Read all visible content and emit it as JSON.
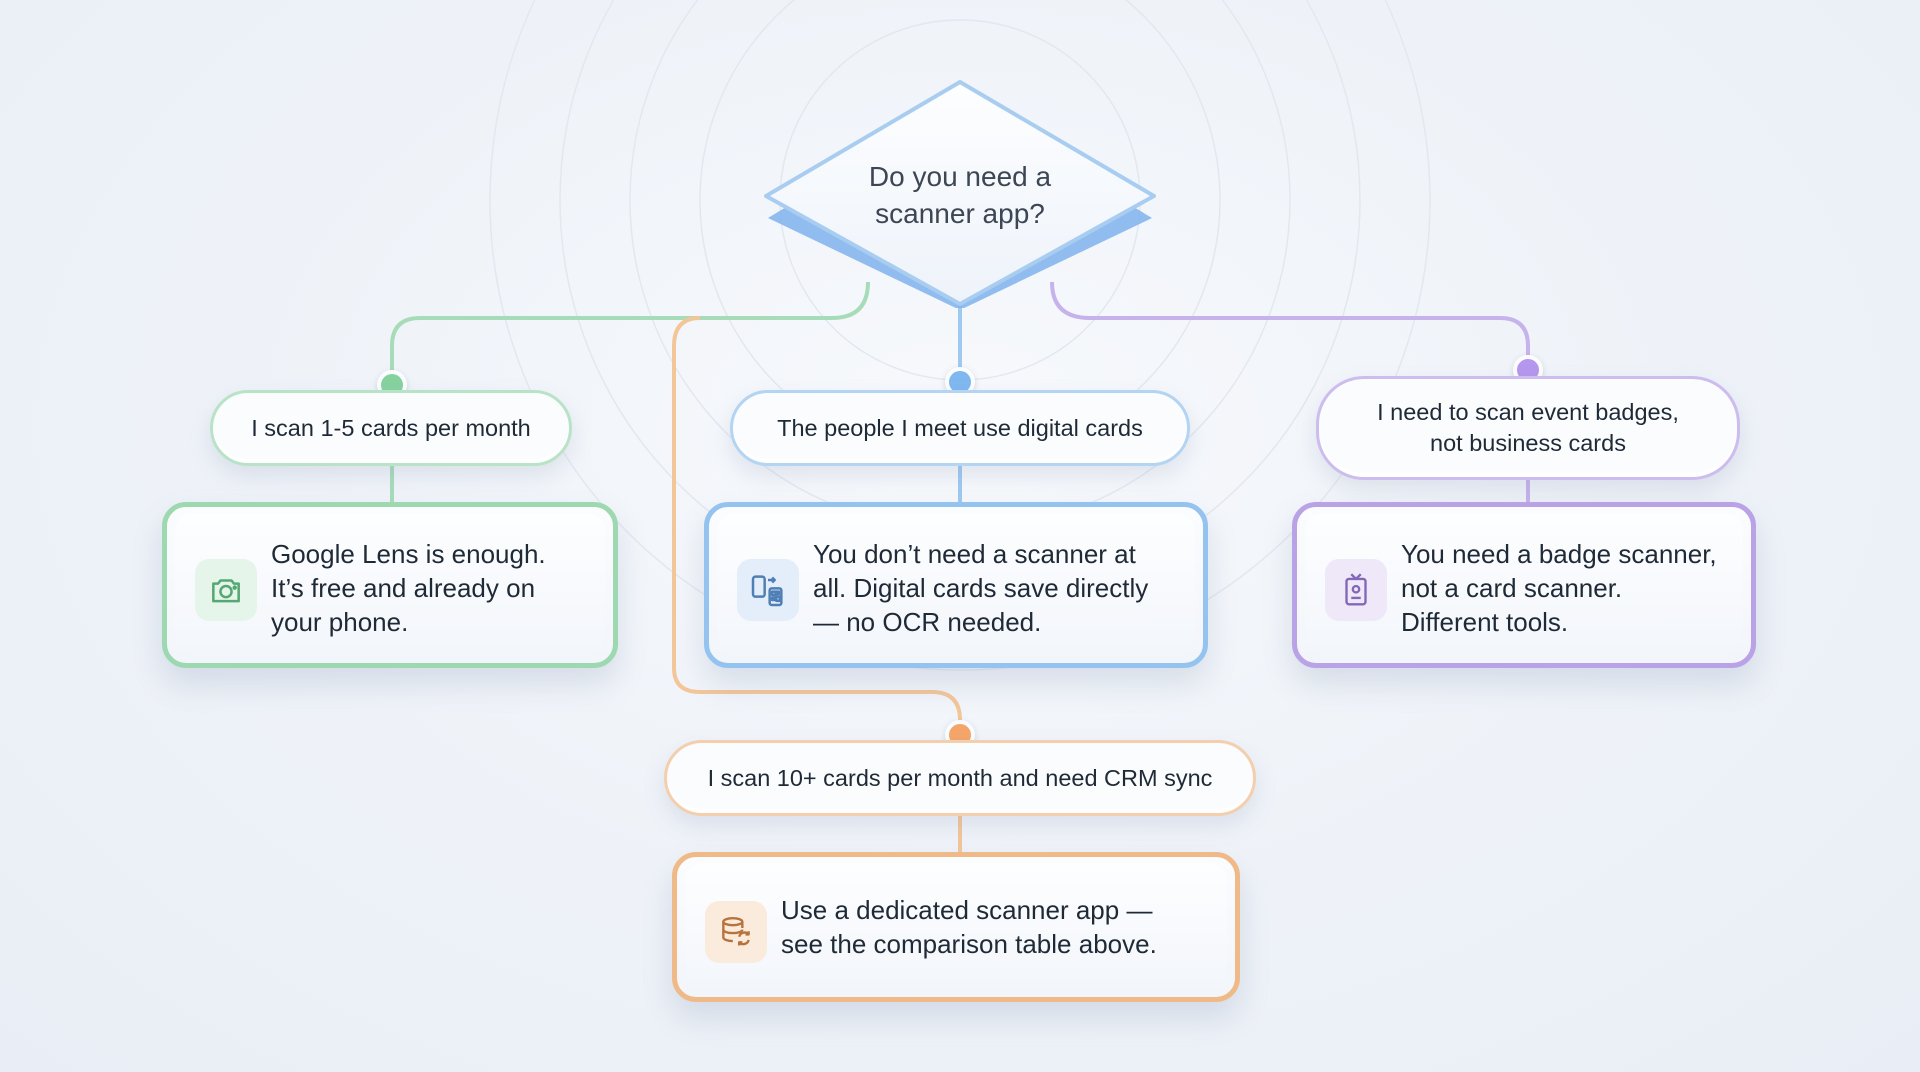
{
  "decision": {
    "label": "Do you need a\nscanner app?"
  },
  "colors": {
    "green": "#8fd3a8",
    "blue": "#8cc0ee",
    "purple": "#b9a2e6",
    "orange": "#f2bd8a",
    "green_dot": "#86d29f",
    "blue_dot": "#7fb8ef",
    "purple_dot": "#b597ee",
    "orange_dot": "#f4a66a"
  },
  "branches": [
    {
      "condition": "I scan 1-5 cards per month",
      "result": "Google Lens is enough.\nIt’s free and already on\nyour phone.",
      "icon": "camera-icon"
    },
    {
      "condition": "The people I meet use digital cards",
      "result": "You don’t need a scanner at\nall. Digital cards save directly\n— no OCR needed.",
      "icon": "phone-transfer-qr-icon"
    },
    {
      "condition": "I need to scan event badges,\nnot business cards",
      "result": "You need a badge scanner,\nnot a card scanner.\nDifferent tools.",
      "icon": "id-badge-icon"
    },
    {
      "condition": "I scan 10+ cards per month and need CRM sync",
      "result": "Use a dedicated scanner app —\nsee the comparison table above.",
      "icon": "database-sync-icon"
    }
  ]
}
